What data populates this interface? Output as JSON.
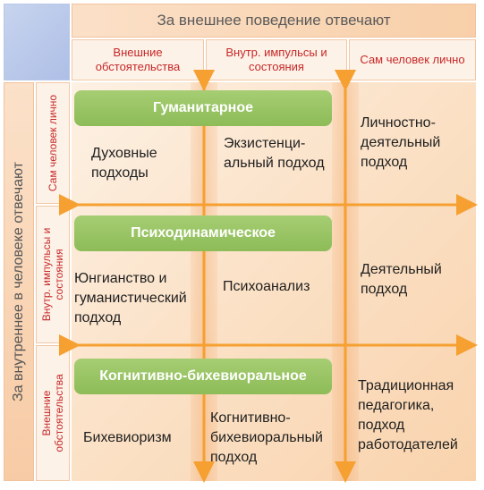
{
  "top_header": "За внешнее поведение отвечают",
  "side_header": "За внутреннее в человеке отвечают",
  "columns": [
    "Внешние обстоятельства",
    "Внутр. импульсы и состояния",
    "Сам человек лично"
  ],
  "rows": [
    "Сам человек лично",
    "Внутр. импульсы и состояния",
    "Внешние обстоятельства"
  ],
  "bands": [
    "Гуманитарное",
    "Психодинамическое",
    "Когнитивно-бихевиоральное"
  ],
  "cells": {
    "r1c1": "Духовные подходы",
    "r1c2": "Экзистенци-альный подход",
    "r1c3": "Личностно-деятельный подход",
    "r2c1": "Юнгианство и гуманистический подход",
    "r2c2": "Психоанализ",
    "r2c3": "Деятельный подход",
    "r3c1": "Бихевиоризм",
    "r3c2": "Когнитивно-бихевиоральный подход",
    "r3c3": "Традиционная педагогика, подход работодателей"
  },
  "colors": {
    "accent_text": "#c62828",
    "band": "#94c162",
    "arrow": "#f5a030"
  }
}
